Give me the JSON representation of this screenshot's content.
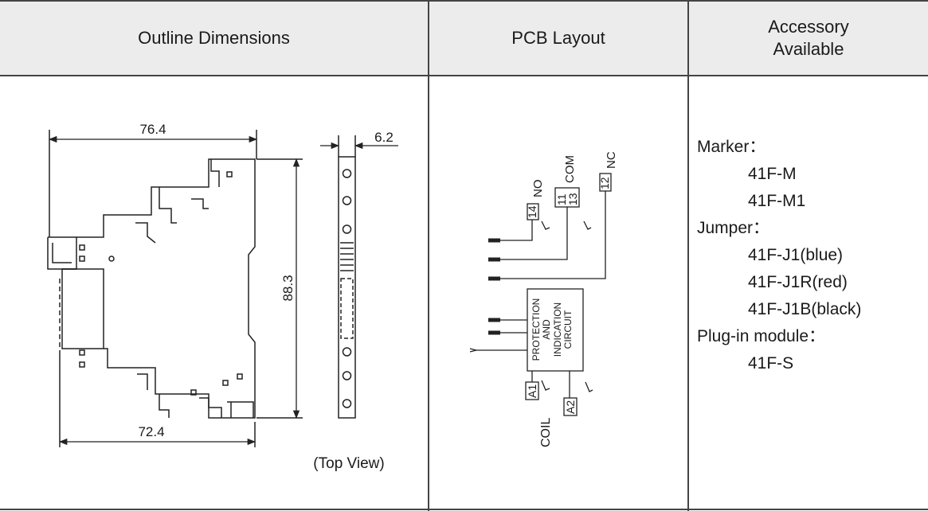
{
  "headers": {
    "outline": "Outline Dimensions",
    "pcb": "PCB Layout",
    "accessory_line1": "Accessory",
    "accessory_line2": "Available"
  },
  "outline": {
    "dim_top": "76.4",
    "dim_side_width": "6.2",
    "dim_height": "88.3",
    "dim_bottom": "72.4",
    "caption": "(Top View)"
  },
  "pcb": {
    "no_num": "14",
    "no_label": "NO",
    "com_num1": "11",
    "com_num2": "13",
    "com_label": "COM",
    "nc_num": "12",
    "nc_label": "NC",
    "circuit_line1": "PROTECTION",
    "circuit_line2": "AND",
    "circuit_line3": "INDICATION",
    "circuit_line4": "CIRCUIT",
    "a1": "A1",
    "a2": "A2",
    "coil": "COIL"
  },
  "accessory": {
    "marker_label": "Marker：",
    "marker_items": [
      "41F-M",
      "41F-M1"
    ],
    "jumper_label": "Jumper：",
    "jumper_items": [
      "41F-J1(blue)",
      "41F-J1R(red)",
      "41F-J1B(black)"
    ],
    "plugin_label": "Plug-in module：",
    "plugin_items": [
      "41F-S"
    ]
  }
}
